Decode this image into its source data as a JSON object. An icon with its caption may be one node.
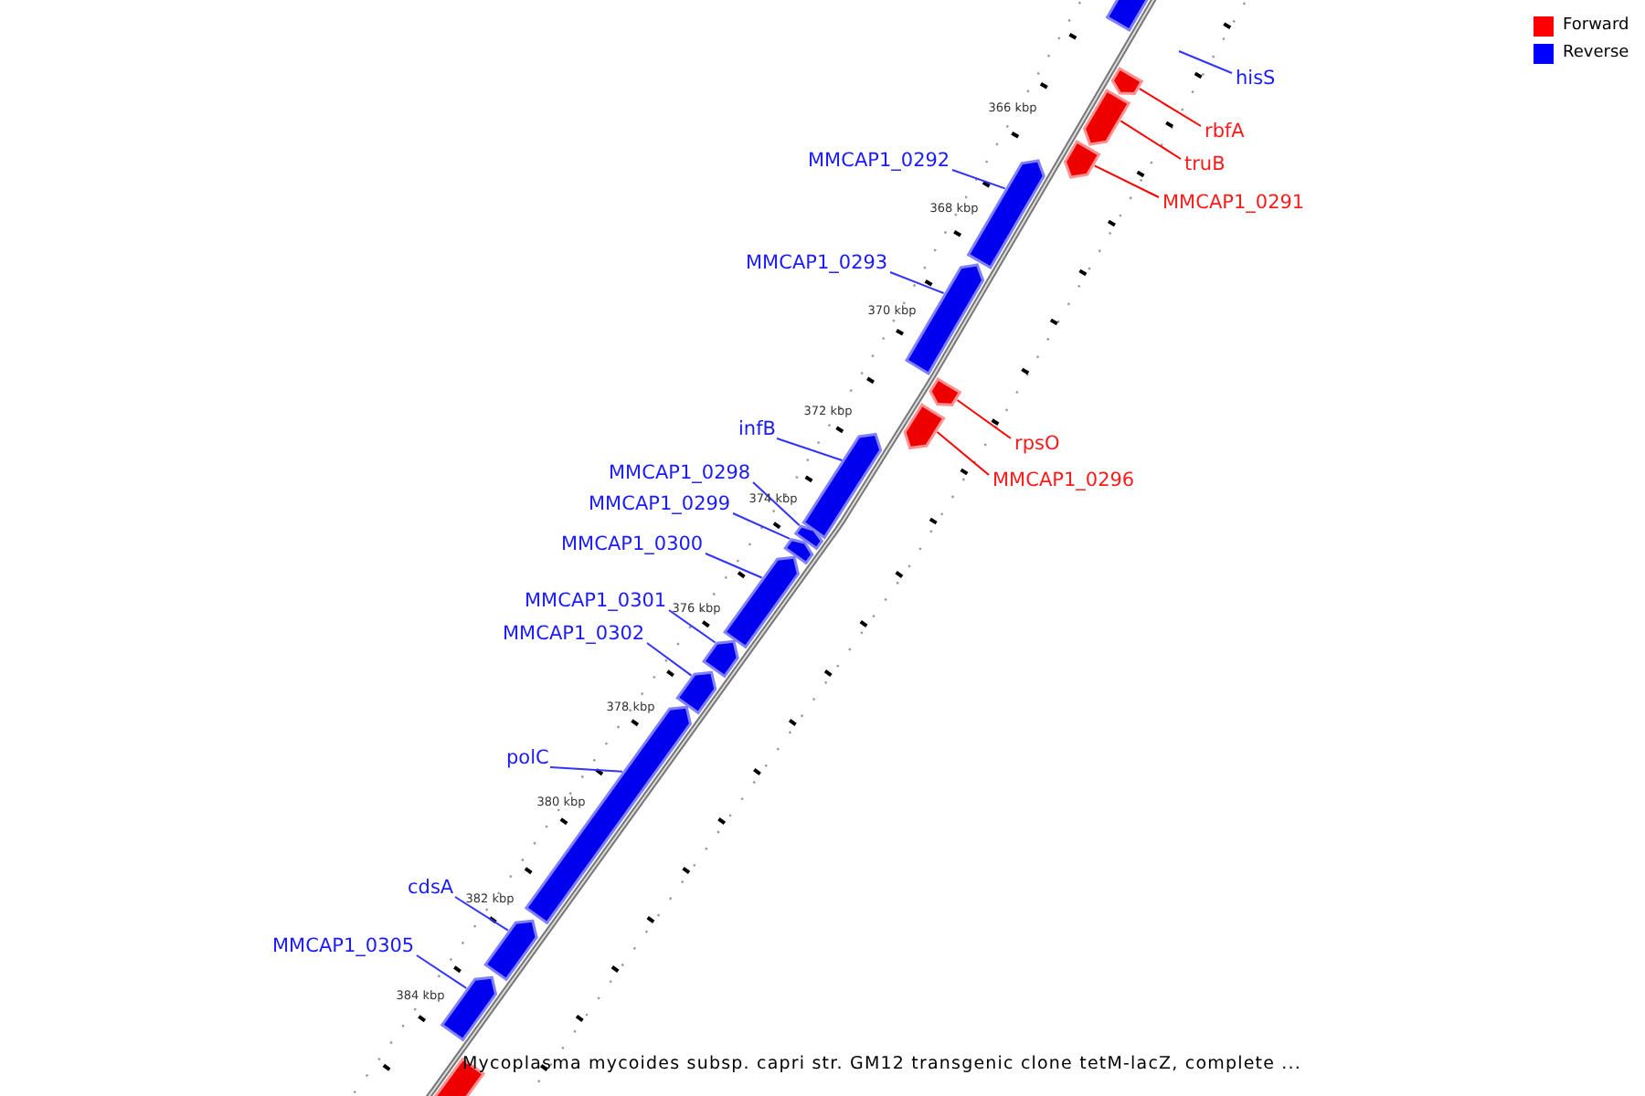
{
  "diagram": {
    "caption": "Mycoplasma mycoides subsp. capri str. GM12 transgenic clone tetM-lacZ, complete ...",
    "nodes": [
      {
        "text": [],
        "shape": "bar"
      },
      {
        "text": [
          "hisS"
        ]
      },
      {
        "text": [],
        "shape": "bar"
      },
      {
        "text": [
          "rbfA"
        ]
      },
      {
        "text": [],
        "shape": "bar"
      },
      {
        "text": [
          "truB"
        ]
      },
      {
        "text": [],
        "shape": "bar"
      },
      {
        "text": [
          "MMCAP1_0291"
        ]
      },
      {
        "text": [
          "MMCAP1_0292"
        ]
      },
      {
        "text": [],
        "shape": "bar"
      },
      {
        "text": [
          "MMCAP1_0293"
        ]
      },
      {
        "text": [],
        "shape": "bar"
      },
      {
        "text": [],
        "shape": "bar"
      },
      {
        "text": [
          "rpsO"
        ]
      },
      {
        "text": [],
        "shape": "bar"
      },
      {
        "text": [
          "MMCAP1_0296"
        ]
      },
      {
        "text": [
          "infB"
        ]
      },
      {
        "text": [],
        "shape": "bar"
      },
      {
        "text": [
          "MMCAP1_0298"
        ]
      },
      {
        "text": [],
        "shape": "bar"
      },
      {
        "text": [
          "MMCAP1_0299"
        ]
      },
      {
        "text": [],
        "shape": "bar"
      },
      {
        "text": [
          "MMCAP1_0300"
        ]
      },
      {
        "text": [],
        "shape": "bar"
      },
      {
        "text": [
          "MMCAP1_0301"
        ]
      },
      {
        "text": [],
        "shape": "bar"
      },
      {
        "text": [
          "MMCAP1_0302"
        ]
      },
      {
        "text": [],
        "shape": "bar"
      },
      {
        "text": [
          "polC"
        ]
      },
      {
        "text": [],
        "shape": "bar"
      },
      {
        "text": [
          "cdsA"
        ]
      },
      {
        "text": [],
        "shape": "bar"
      },
      {
        "text": [
          "MMCAP1_0305"
        ]
      },
      {
        "text": [],
        "shape": "bar"
      },
      {
        "text": [],
        "shape": "bar"
      }
    ],
    "edges": [
      {
        "from": 1,
        "to": null,
        "arrow": "none"
      },
      {
        "from": 3,
        "to": 2,
        "arrow": "none",
        "color": "#ff0000"
      },
      {
        "from": 5,
        "to": 4,
        "arrow": "none",
        "color": "#ff0000"
      },
      {
        "from": 7,
        "to": 6,
        "arrow": "none",
        "color": "#ff0000"
      },
      {
        "from": 8,
        "to": 9,
        "arrow": "none"
      },
      {
        "from": 10,
        "to": 11,
        "arrow": "none"
      },
      {
        "from": 13,
        "to": 12,
        "arrow": "none",
        "color": "#ff0000"
      },
      {
        "from": 15,
        "to": 14,
        "arrow": "none",
        "color": "#ff0000"
      },
      {
        "from": 16,
        "to": 17,
        "arrow": "none"
      },
      {
        "from": 18,
        "to": 19,
        "arrow": "none"
      },
      {
        "from": 20,
        "to": 21,
        "arrow": "none"
      },
      {
        "from": 22,
        "to": 23,
        "arrow": "none"
      },
      {
        "from": 24,
        "to": 25,
        "arrow": "none"
      },
      {
        "from": 26,
        "to": 27,
        "arrow": "none"
      },
      {
        "from": 28,
        "to": 29,
        "arrow": "none"
      },
      {
        "from": 30,
        "to": 31,
        "arrow": "none"
      },
      {
        "from": 32,
        "to": 33,
        "arrow": "none"
      }
    ],
    "labels": [
      "366 kbp",
      "368 kbp",
      "370 kbp",
      "372 kbp",
      "374 kbp",
      "376 kbp",
      "378 kbp",
      "380 kbp",
      "382 kbp",
      "384 kbp"
    ],
    "legend": [
      {
        "text": "Forward",
        "color": "#ff0000"
      },
      {
        "text": "Reverse",
        "color": "#0000ff"
      }
    ]
  }
}
